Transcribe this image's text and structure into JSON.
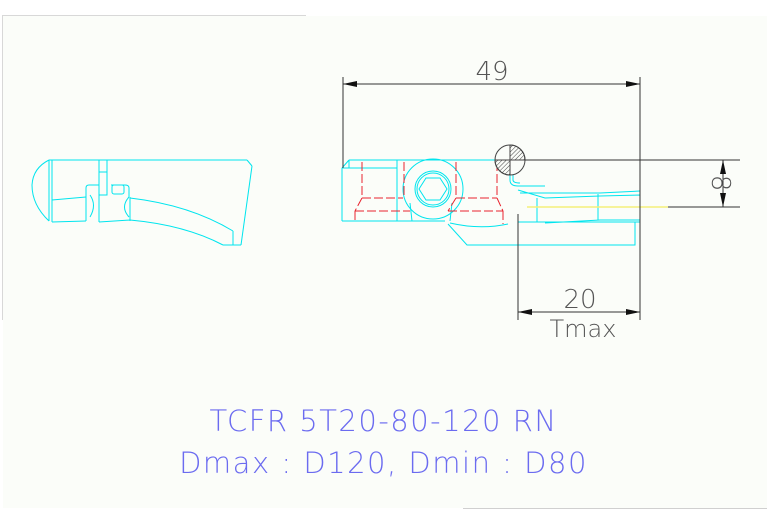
{
  "drawing": {
    "colors": {
      "outline": "#00e5ee",
      "hidden_line": "#e8232e",
      "dimension": "#333333",
      "centerline": "#f5f07a",
      "label_text": "#6b6bf0",
      "paper": "#fbfdf9"
    },
    "dimensions": {
      "overall_width": "49",
      "height": "8",
      "tmax_value": "20",
      "tmax_label": "Tmax"
    },
    "labels": {
      "title": "TCFR 5T20-80-120 RN",
      "subtitle": "Dmax : D120, Dmin : D80"
    },
    "views": [
      "side-view",
      "front-view"
    ]
  }
}
